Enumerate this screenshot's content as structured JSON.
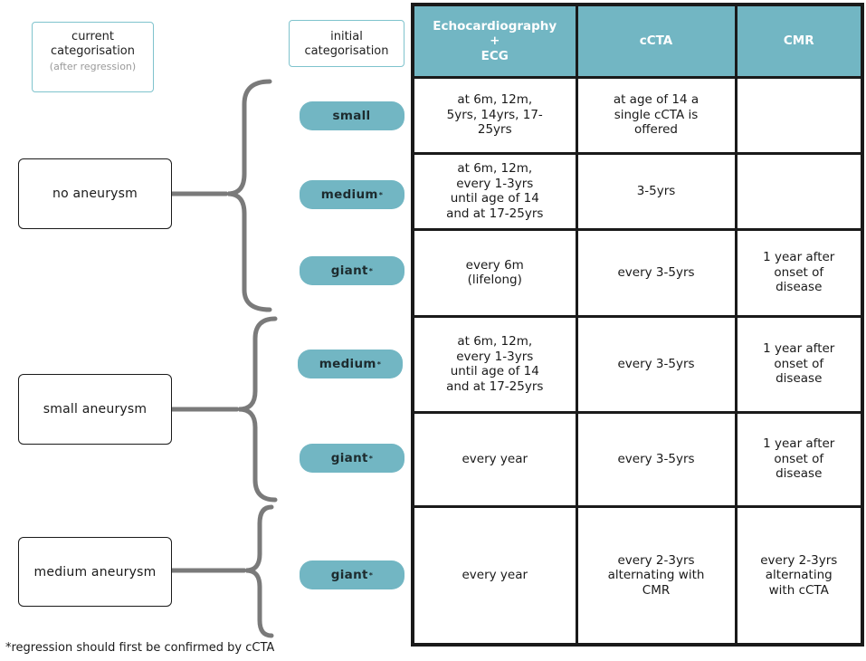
{
  "headers": {
    "current": "current\ncategorisation",
    "current_sub": "(after regression)",
    "initial": "initial\ncategorisation"
  },
  "categories": {
    "no": "no aneurysm",
    "small": "small aneurysm",
    "medium": "medium aneurysm"
  },
  "pills": [
    {
      "label": "small",
      "star": ""
    },
    {
      "label": "medium",
      "star": "*"
    },
    {
      "label": "giant",
      "star": "*"
    },
    {
      "label": "medium",
      "star": "*"
    },
    {
      "label": "giant",
      "star": "*"
    },
    {
      "label": "giant",
      "star": "*"
    }
  ],
  "table": {
    "columns": [
      "Echocardiography\n+\nECG",
      "cCTA",
      "CMR"
    ],
    "rows": [
      [
        "at 6m, 12m,\n5yrs, 14yrs, 17-\n25yrs",
        "at age of 14 a\nsingle cCTA is\noffered",
        ""
      ],
      [
        "at 6m, 12m,\nevery 1-3yrs\nuntil age of 14\nand at 17-25yrs",
        "3-5yrs",
        ""
      ],
      [
        "every 6m\n(lifelong)",
        "every 3-5yrs",
        "1 year after\nonset of\ndisease"
      ],
      [
        "at 6m, 12m,\nevery 1-3yrs\nuntil age of 14\nand at 17-25yrs",
        "every 3-5yrs",
        "1 year after\nonset of\ndisease"
      ],
      [
        "every year",
        "every 3-5yrs",
        "1 year after\nonset of\ndisease"
      ],
      [
        "every year",
        "every 2-3yrs\nalternating with\nCMR",
        "every 2-3yrs\nalternating\nwith cCTA"
      ]
    ]
  },
  "footnote": "*regression should first be confirmed by cCTA",
  "colors": {
    "accent": "#72b6c3",
    "header_border": "#7fc3cd",
    "line": "#7a7a7a"
  }
}
